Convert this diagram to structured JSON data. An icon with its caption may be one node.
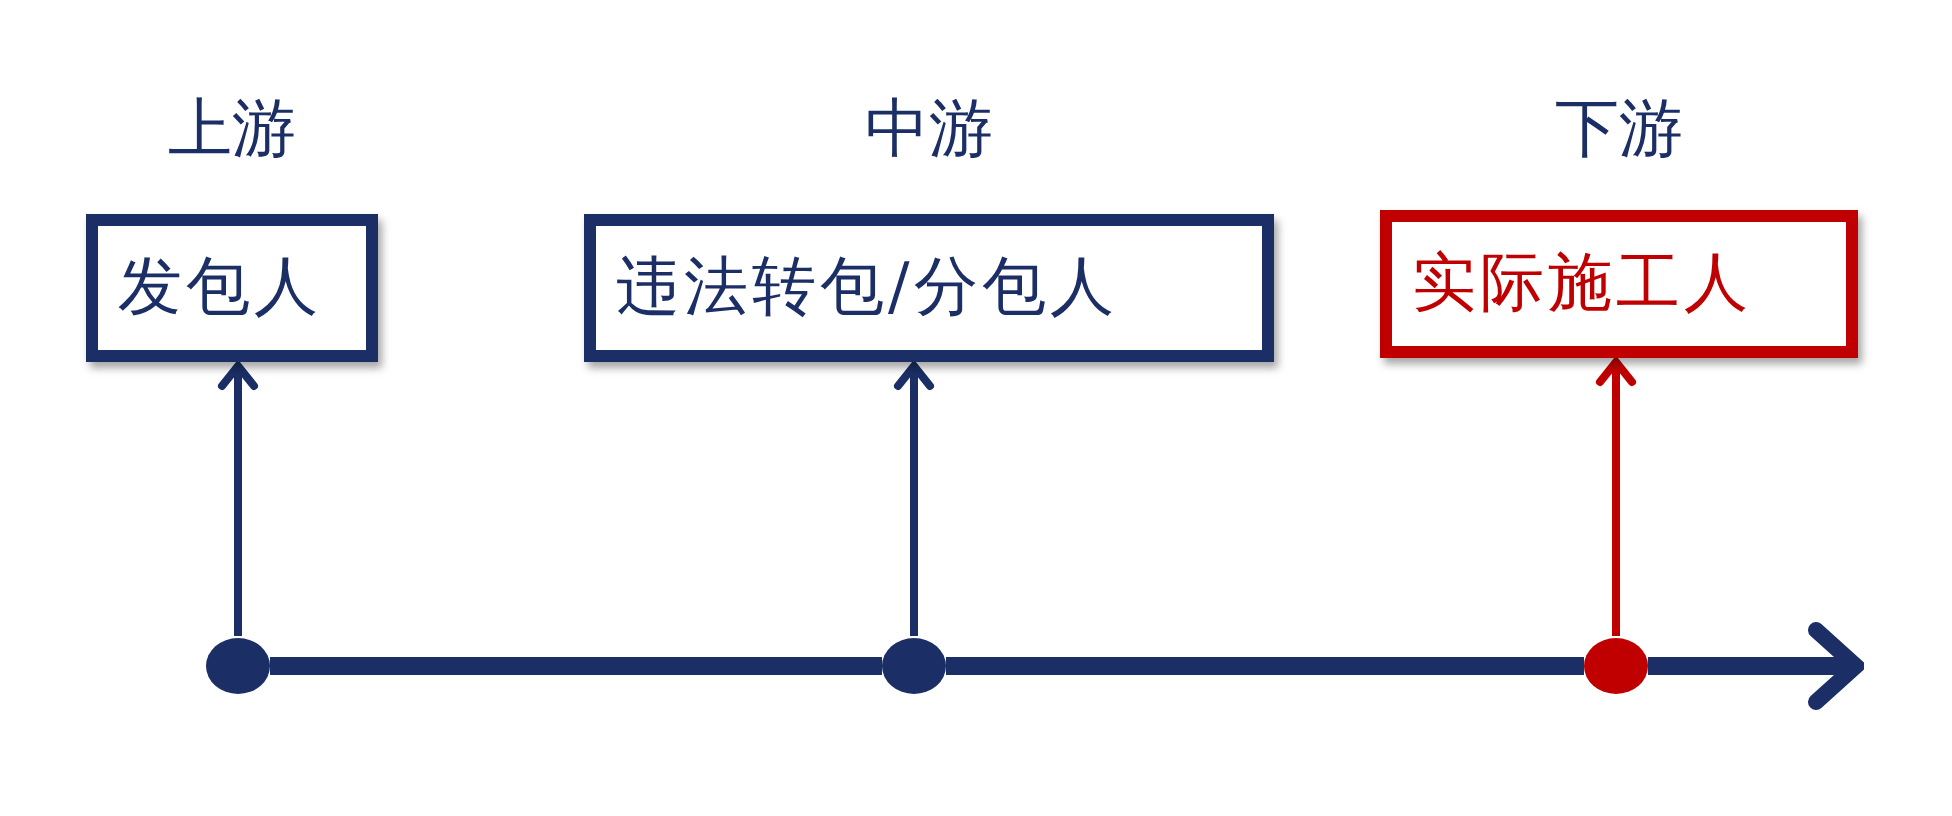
{
  "diagram": {
    "nodes": [
      {
        "text": [
          "上游",
          "发包人"
        ]
      },
      {
        "text": [
          "中游",
          "违法转包/分包人"
        ]
      },
      {
        "text": [
          "下游",
          "实际施工人"
        ]
      },
      {
        "text": [],
        "shape": "circle"
      },
      {
        "text": [],
        "shape": "circle"
      },
      {
        "text": [],
        "shape": "circle"
      }
    ],
    "edges": [
      {
        "from": 3,
        "to": 0,
        "arrow": "to"
      },
      {
        "from": 4,
        "to": 1,
        "arrow": "to"
      },
      {
        "from": 5,
        "to": 2,
        "arrow": "to",
        "color": "#c00000"
      },
      {
        "from": 3,
        "to": 4,
        "arrow": "none",
        "style": "thick"
      },
      {
        "from": 4,
        "to": 5,
        "arrow": "none",
        "style": "thick"
      },
      {
        "from": 5,
        "to": null,
        "arrow": "to",
        "style": "thick"
      }
    ]
  }
}
